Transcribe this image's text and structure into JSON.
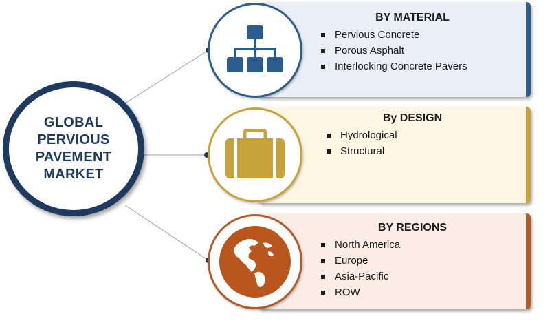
{
  "hub": {
    "title": "GLOBAL PERVIOUS PAVEMENT MARKET"
  },
  "segments": [
    {
      "title": "BY MATERIAL",
      "icon": "hierarchy-icon",
      "color": "#2d5d8c",
      "items": [
        "Pervious Concrete",
        "Porous Asphalt",
        "Interlocking Concrete Pavers"
      ]
    },
    {
      "title": "By DESIGN",
      "icon": "briefcase-icon",
      "color": "#c8a23a",
      "items": [
        "Hydrological",
        "Structural"
      ]
    },
    {
      "title": "BY REGIONS",
      "icon": "globe-icon",
      "color": "#b45a26",
      "items": [
        "North America",
        "Europe",
        "Asia-Pacific",
        "ROW"
      ]
    }
  ]
}
